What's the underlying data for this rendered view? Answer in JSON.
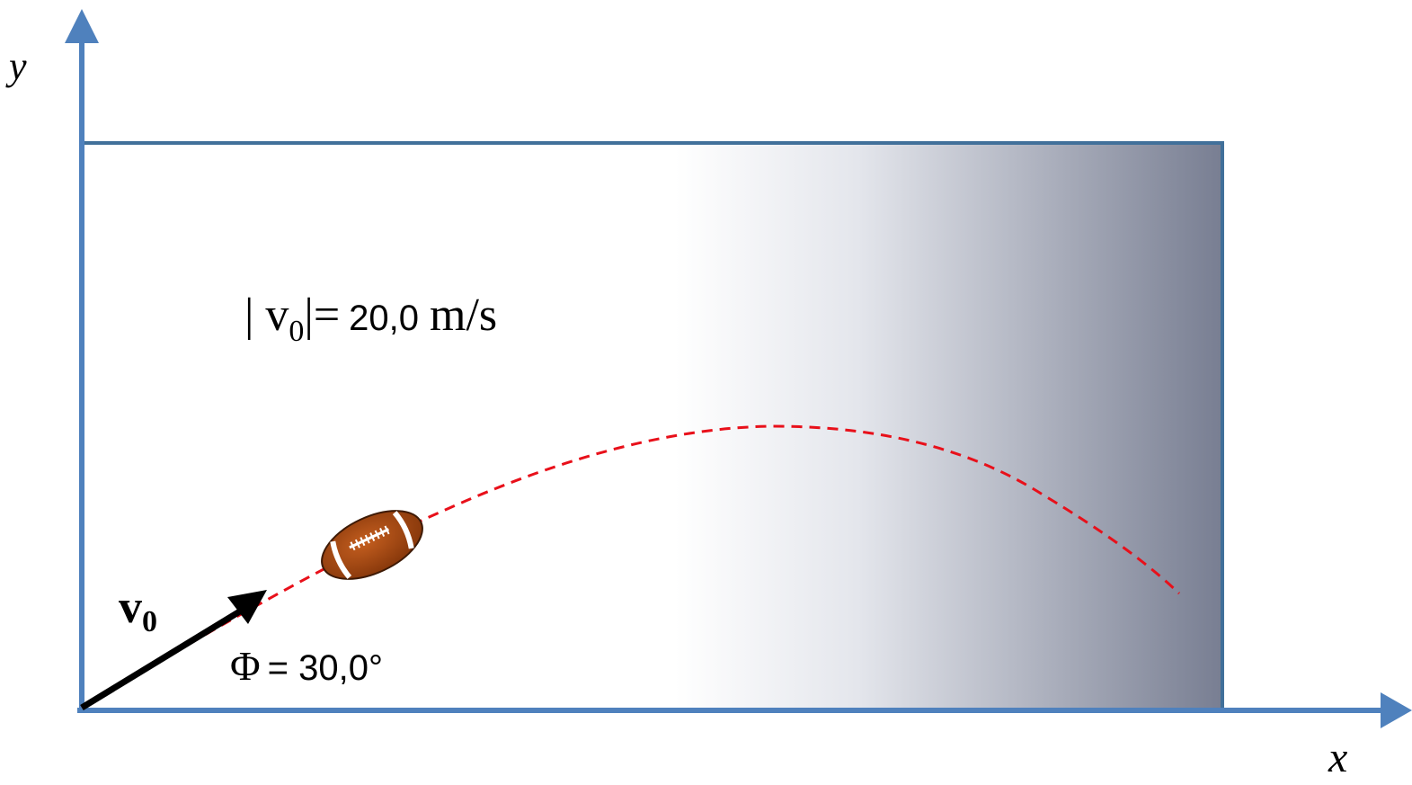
{
  "diagram": {
    "axis_x_label": "x",
    "axis_y_label": "y",
    "speed_prefix": "| v",
    "speed_subscript": "0",
    "speed_bar": "|=",
    "speed_value": "20,0",
    "speed_unit": "m/s",
    "vector_label": "v",
    "vector_subscript": "0",
    "angle_symbol": "Φ",
    "angle_value": "= 30,0°",
    "colors": {
      "axis": "#4f81bd",
      "box_border": "#41709a",
      "trajectory": "#e8101a",
      "vector": "#000000",
      "gradient_end": "#787e92",
      "football_body": "#a8470f",
      "football_stripe": "#ffffff"
    },
    "icons": [
      "football-icon"
    ]
  }
}
